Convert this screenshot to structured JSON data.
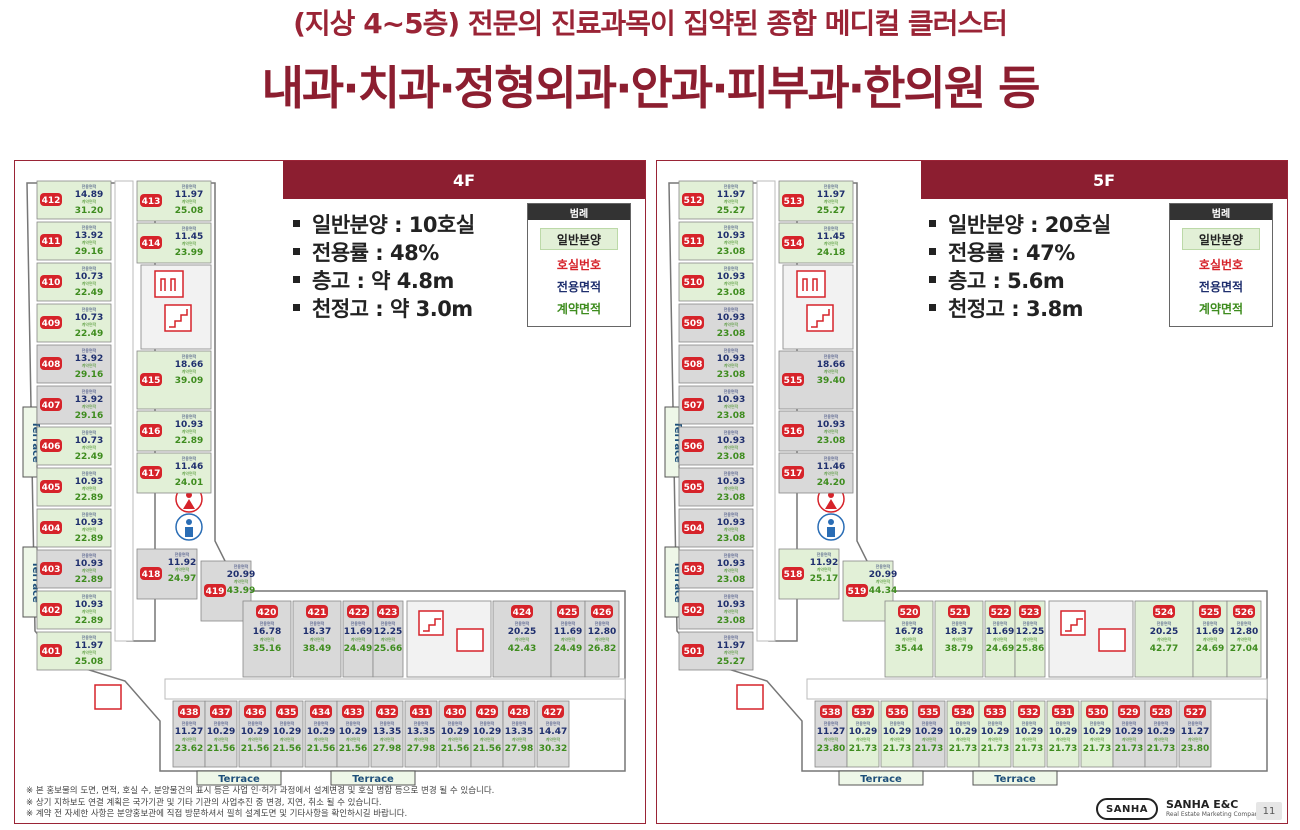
{
  "headline": {
    "sub": "(지상 4~5층) 전문의 진료과목이 집약된 종합 메디컬 클러스터",
    "main": "내과·치과·정형외과·안과·피부과·한의원 등"
  },
  "legend": {
    "title": "범례",
    "sale_type": "일반분양",
    "room_number": "호실번호",
    "exclusive_area": "전용면적",
    "contract_area": "계약면적"
  },
  "labels": {
    "exclusive_small": "전용면적",
    "contract_small": "계약면적",
    "terrace": "Terrace"
  },
  "colors": {
    "brand": "#8c1e30",
    "room_badge": "#d6232a",
    "exclusive_text": "#1f2f6e",
    "contract_text": "#3e8c1e",
    "sale_unit_fill": "#e2f0d7",
    "other_unit_fill": "#d9d9d9"
  },
  "floors": [
    {
      "name": "4F",
      "stats": [
        "일반분양 : 10호실",
        "전용률 : 48%",
        "층고 : 약 4.8m",
        "천정고 : 약 3.0m"
      ],
      "units": [
        {
          "no": "412",
          "ex": "14.89",
          "ct": "31.20",
          "sale": true
        },
        {
          "no": "411",
          "ex": "13.92",
          "ct": "29.16",
          "sale": true
        },
        {
          "no": "410",
          "ex": "10.73",
          "ct": "22.49",
          "sale": true
        },
        {
          "no": "409",
          "ex": "10.73",
          "ct": "22.49",
          "sale": true
        },
        {
          "no": "408",
          "ex": "13.92",
          "ct": "29.16",
          "sale": false
        },
        {
          "no": "407",
          "ex": "13.92",
          "ct": "29.16",
          "sale": false
        },
        {
          "no": "406",
          "ex": "10.73",
          "ct": "22.49",
          "sale": true
        },
        {
          "no": "405",
          "ex": "10.93",
          "ct": "22.89",
          "sale": true
        },
        {
          "no": "404",
          "ex": "10.93",
          "ct": "22.89",
          "sale": true
        },
        {
          "no": "403",
          "ex": "10.93",
          "ct": "22.89",
          "sale": false
        },
        {
          "no": "402",
          "ex": "10.93",
          "ct": "22.89",
          "sale": true
        },
        {
          "no": "401",
          "ex": "11.97",
          "ct": "25.08",
          "sale": true
        },
        {
          "no": "413",
          "ex": "11.97",
          "ct": "25.08",
          "sale": true
        },
        {
          "no": "414",
          "ex": "11.45",
          "ct": "23.99",
          "sale": true
        },
        {
          "no": "415",
          "ex": "18.66",
          "ct": "39.09",
          "sale": true
        },
        {
          "no": "416",
          "ex": "10.93",
          "ct": "22.89",
          "sale": true
        },
        {
          "no": "417",
          "ex": "11.46",
          "ct": "24.01",
          "sale": true
        },
        {
          "no": "418",
          "ex": "11.92",
          "ct": "24.97",
          "sale": false
        },
        {
          "no": "419",
          "ex": "20.99",
          "ct": "43.99",
          "sale": false
        },
        {
          "no": "420",
          "ex": "16.78",
          "ct": "35.16",
          "sale": false
        },
        {
          "no": "421",
          "ex": "18.37",
          "ct": "38.49",
          "sale": false
        },
        {
          "no": "422",
          "ex": "11.69",
          "ct": "24.49",
          "sale": false
        },
        {
          "no": "423",
          "ex": "12.25",
          "ct": "25.66",
          "sale": false
        },
        {
          "no": "424",
          "ex": "20.25",
          "ct": "42.43",
          "sale": false
        },
        {
          "no": "425",
          "ex": "11.69",
          "ct": "24.49",
          "sale": false
        },
        {
          "no": "426",
          "ex": "12.80",
          "ct": "26.82",
          "sale": false
        },
        {
          "no": "438",
          "ex": "11.27",
          "ct": "23.62",
          "sale": false
        },
        {
          "no": "437",
          "ex": "10.29",
          "ct": "21.56",
          "sale": false
        },
        {
          "no": "436",
          "ex": "10.29",
          "ct": "21.56",
          "sale": false
        },
        {
          "no": "435",
          "ex": "10.29",
          "ct": "21.56",
          "sale": false
        },
        {
          "no": "434",
          "ex": "10.29",
          "ct": "21.56",
          "sale": false
        },
        {
          "no": "433",
          "ex": "10.29",
          "ct": "21.56",
          "sale": false
        },
        {
          "no": "432",
          "ex": "13.35",
          "ct": "27.98",
          "sale": false
        },
        {
          "no": "431",
          "ex": "13.35",
          "ct": "27.98",
          "sale": false
        },
        {
          "no": "430",
          "ex": "10.29",
          "ct": "21.56",
          "sale": false
        },
        {
          "no": "429",
          "ex": "10.29",
          "ct": "21.56",
          "sale": false
        },
        {
          "no": "428",
          "ex": "13.35",
          "ct": "27.98",
          "sale": false
        },
        {
          "no": "427",
          "ex": "14.47",
          "ct": "30.32",
          "sale": false
        }
      ]
    },
    {
      "name": "5F",
      "stats": [
        "일반분양 : 20호실",
        "전용률 : 47%",
        "층고 : 5.6m",
        "천정고 : 3.8m"
      ],
      "units": [
        {
          "no": "512",
          "ex": "11.97",
          "ct": "25.27",
          "sale": true
        },
        {
          "no": "511",
          "ex": "10.93",
          "ct": "23.08",
          "sale": true
        },
        {
          "no": "510",
          "ex": "10.93",
          "ct": "23.08",
          "sale": true
        },
        {
          "no": "509",
          "ex": "10.93",
          "ct": "23.08",
          "sale": false
        },
        {
          "no": "508",
          "ex": "10.93",
          "ct": "23.08",
          "sale": false
        },
        {
          "no": "507",
          "ex": "10.93",
          "ct": "23.08",
          "sale": false
        },
        {
          "no": "506",
          "ex": "10.93",
          "ct": "23.08",
          "sale": false
        },
        {
          "no": "505",
          "ex": "10.93",
          "ct": "23.08",
          "sale": false
        },
        {
          "no": "504",
          "ex": "10.93",
          "ct": "23.08",
          "sale": false
        },
        {
          "no": "503",
          "ex": "10.93",
          "ct": "23.08",
          "sale": false
        },
        {
          "no": "502",
          "ex": "10.93",
          "ct": "23.08",
          "sale": false
        },
        {
          "no": "501",
          "ex": "11.97",
          "ct": "25.27",
          "sale": false
        },
        {
          "no": "513",
          "ex": "11.97",
          "ct": "25.27",
          "sale": true
        },
        {
          "no": "514",
          "ex": "11.45",
          "ct": "24.18",
          "sale": true
        },
        {
          "no": "515",
          "ex": "18.66",
          "ct": "39.40",
          "sale": false
        },
        {
          "no": "516",
          "ex": "10.93",
          "ct": "23.08",
          "sale": false
        },
        {
          "no": "517",
          "ex": "11.46",
          "ct": "24.20",
          "sale": false
        },
        {
          "no": "518",
          "ex": "11.92",
          "ct": "25.17",
          "sale": true
        },
        {
          "no": "519",
          "ex": "20.99",
          "ct": "44.34",
          "sale": true
        },
        {
          "no": "520",
          "ex": "16.78",
          "ct": "35.44",
          "sale": true
        },
        {
          "no": "521",
          "ex": "18.37",
          "ct": "38.79",
          "sale": true
        },
        {
          "no": "522",
          "ex": "11.69",
          "ct": "24.69",
          "sale": true
        },
        {
          "no": "523",
          "ex": "12.25",
          "ct": "25.86",
          "sale": true
        },
        {
          "no": "524",
          "ex": "20.25",
          "ct": "42.77",
          "sale": true
        },
        {
          "no": "525",
          "ex": "11.69",
          "ct": "24.69",
          "sale": true
        },
        {
          "no": "526",
          "ex": "12.80",
          "ct": "27.04",
          "sale": true
        },
        {
          "no": "538",
          "ex": "11.27",
          "ct": "23.80",
          "sale": false
        },
        {
          "no": "537",
          "ex": "10.29",
          "ct": "21.73",
          "sale": true
        },
        {
          "no": "536",
          "ex": "10.29",
          "ct": "21.73",
          "sale": true
        },
        {
          "no": "535",
          "ex": "10.29",
          "ct": "21.73",
          "sale": false
        },
        {
          "no": "534",
          "ex": "10.29",
          "ct": "21.73",
          "sale": true
        },
        {
          "no": "533",
          "ex": "10.29",
          "ct": "21.73",
          "sale": true
        },
        {
          "no": "532",
          "ex": "10.29",
          "ct": "21.73",
          "sale": true
        },
        {
          "no": "531",
          "ex": "10.29",
          "ct": "21.73",
          "sale": true
        },
        {
          "no": "530",
          "ex": "10.29",
          "ct": "21.73",
          "sale": true
        },
        {
          "no": "529",
          "ex": "10.29",
          "ct": "21.73",
          "sale": false
        },
        {
          "no": "528",
          "ex": "10.29",
          "ct": "21.73",
          "sale": false
        },
        {
          "no": "527",
          "ex": "11.27",
          "ct": "23.80",
          "sale": false
        }
      ]
    }
  ],
  "notes": [
    "※ 본 홍보물의 도면, 면적, 호실 수, 분양물건의 표시 등은 사업 인·허가 과정에서 설계변경 및 호실 병합 등으로 변경 될 수 있습니다.",
    "※ 상기 지하보도 연결 계획은 국가기관 및 기타 기관의 사업추진 중 변경, 지연, 취소 될 수 있습니다.",
    "※ 계약 전 자세한 사항은 분양홍보관에 직접 방문하셔서 필히 설계도면 및 기타사항을 확인하시길 바랍니다."
  ],
  "brand": {
    "badge": "SANHA",
    "name": "SANHA E&C",
    "tagline": "Real Estate Marketing Company"
  },
  "page_number": "11"
}
